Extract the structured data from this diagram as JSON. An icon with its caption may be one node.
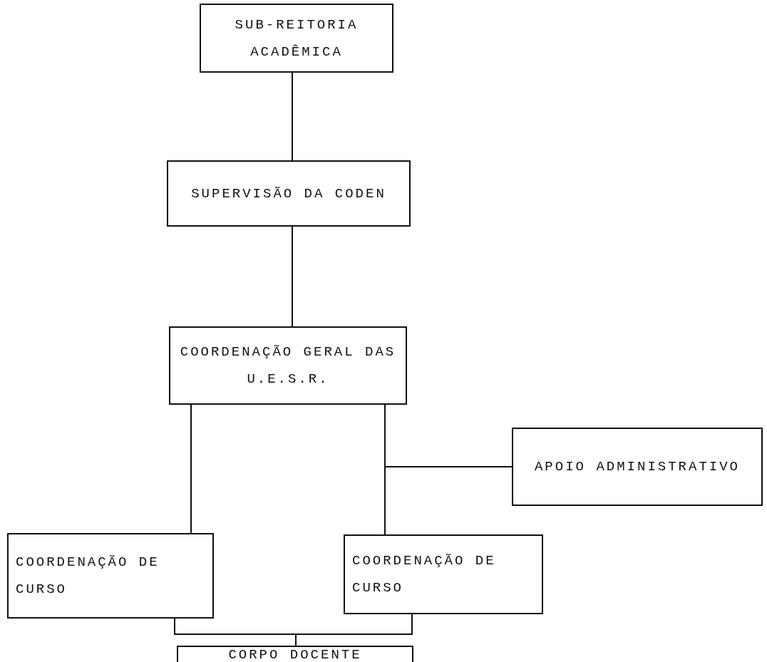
{
  "diagram": {
    "nodes": [
      {
        "text": [
          "SUB-REITORIA ACADÊMICA"
        ]
      },
      {
        "text": [
          "SUPERVISÃO DA CODEN"
        ]
      },
      {
        "text": [
          "COORDENAÇÃO GERAL DAS U.E.S.R."
        ]
      },
      {
        "text": [
          "APOIO ADMINISTRATIVO"
        ]
      },
      {
        "text": [
          "COORDENAÇÃO DE CURSO"
        ]
      },
      {
        "text": [
          "COORDENAÇÃO DE CURSO"
        ]
      },
      {
        "text": [
          "CORPO DOCENTE"
        ]
      }
    ],
    "edges": [
      {
        "from": 0,
        "to": 1,
        "arrow": "none"
      },
      {
        "from": 1,
        "to": 2,
        "arrow": "none"
      },
      {
        "from": 2,
        "to": 4,
        "arrow": "none"
      },
      {
        "from": 2,
        "to": 5,
        "arrow": "none"
      },
      {
        "from": 3,
        "to": 5,
        "arrow": "none"
      },
      {
        "from": 4,
        "to": 6,
        "arrow": "none"
      },
      {
        "from": 5,
        "to": 6,
        "arrow": "none"
      }
    ]
  }
}
